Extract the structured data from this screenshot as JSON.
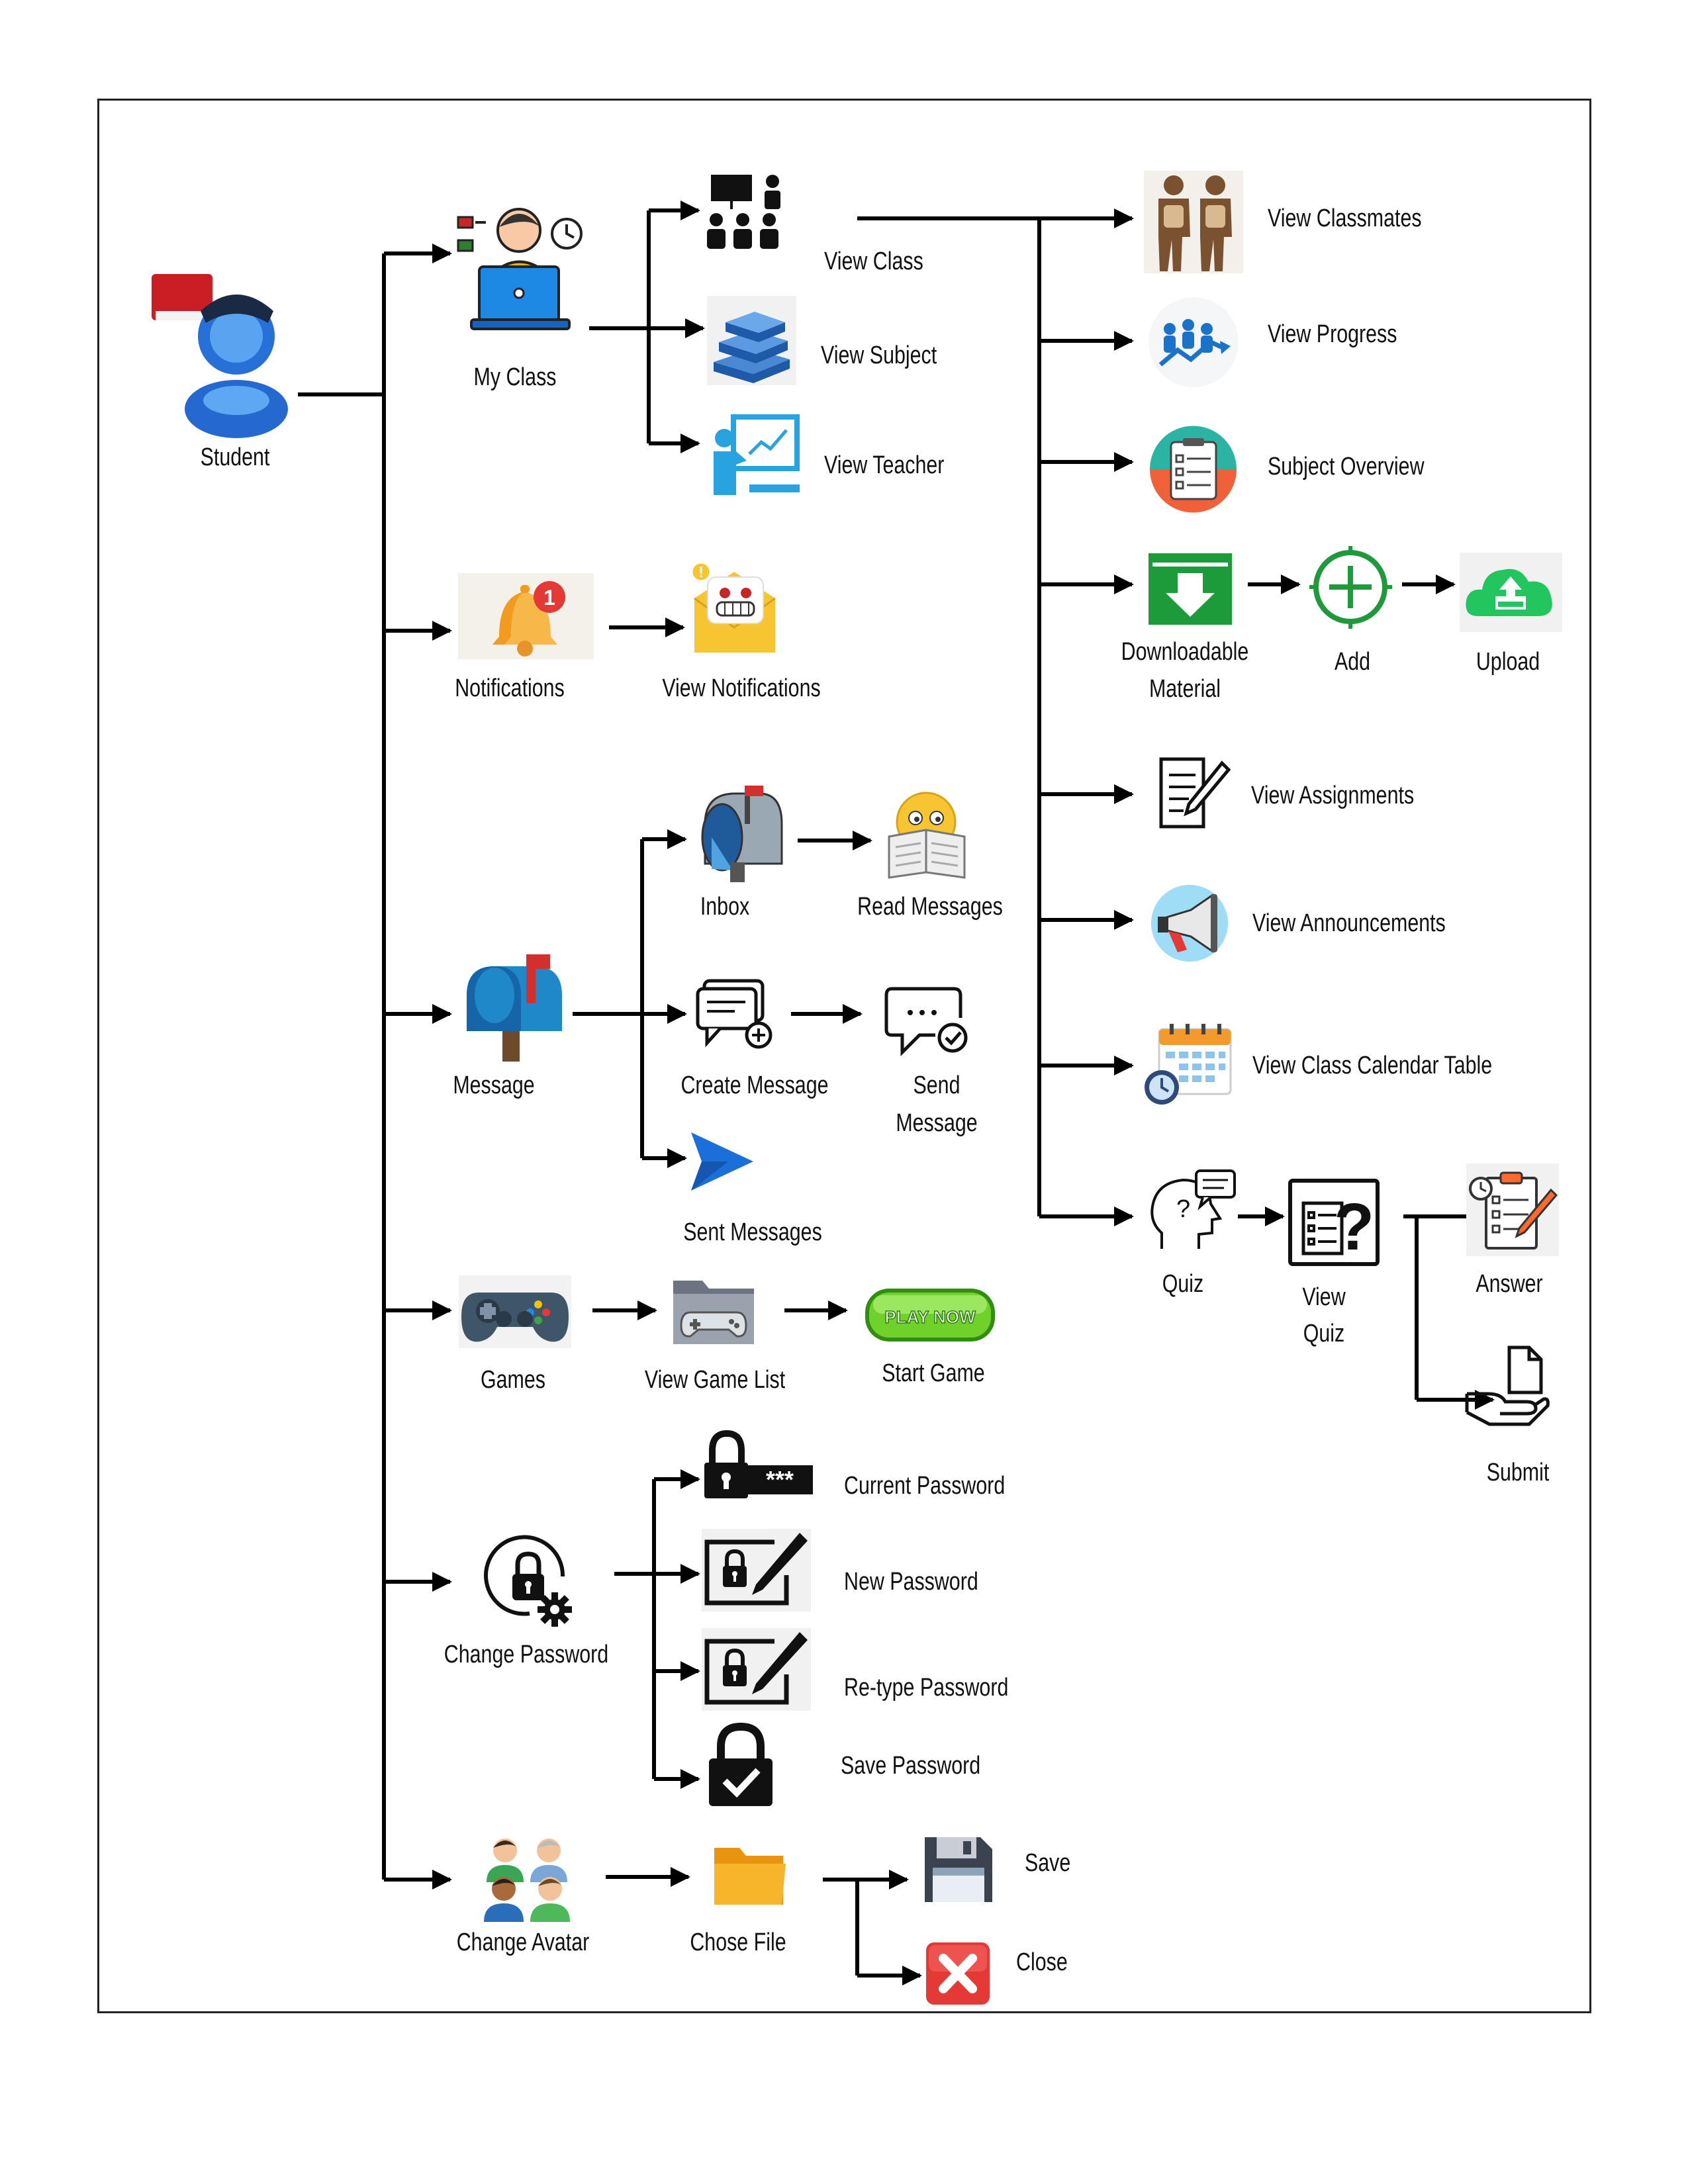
{
  "root": {
    "label": "Student",
    "icon": "student-icon"
  },
  "branches": [
    {
      "label": "My Class",
      "icon": "teacher-laptop-icon"
    },
    {
      "label": "Notifications",
      "icon": "bell-icon"
    },
    {
      "label": "Message",
      "icon": "mailbox-icon"
    },
    {
      "label": "Games",
      "icon": "gamepad-icon"
    },
    {
      "label": "Change Password",
      "icon": "lock-gear-icon"
    },
    {
      "label": "Change Avatar",
      "icon": "people-icon"
    }
  ],
  "my_class": {
    "children": [
      "View Class",
      "View Subject",
      "View Teacher"
    ],
    "view_class_children": [
      "View Classmates",
      "View Progress",
      "Subject Overview",
      "View Assignments",
      "View Announcements",
      "View Class Calendar Table"
    ],
    "downloadable": {
      "line1": "Downloadable",
      "line2": "Material",
      "add": "Add",
      "upload": "Upload"
    },
    "quiz": {
      "label": "Quiz",
      "view_line1": "View",
      "view_line2": "Quiz",
      "answer": "Answer",
      "submit": "Submit"
    }
  },
  "notifications": {
    "children": [
      "View Notifications"
    ]
  },
  "message": {
    "inbox": "Inbox",
    "read": "Read Messages",
    "create": "Create Message",
    "send_line1": "Send",
    "send_line2": "Message",
    "sent": "Sent Messages"
  },
  "games": {
    "view_list": "View Game List",
    "start": "Start Game",
    "play_now": "PLAY NOW"
  },
  "password": {
    "children": [
      "Current Password",
      "New Password",
      "Re-type Password",
      "Save Password"
    ],
    "stars": "***"
  },
  "avatar": {
    "chose_file": "Chose File",
    "save": "Save",
    "close": "Close"
  },
  "colors": {
    "line": "#000000",
    "green": "#1e9a3b",
    "blue": "#1a7fd1",
    "orange": "#f7a823",
    "red": "#d9252a"
  }
}
